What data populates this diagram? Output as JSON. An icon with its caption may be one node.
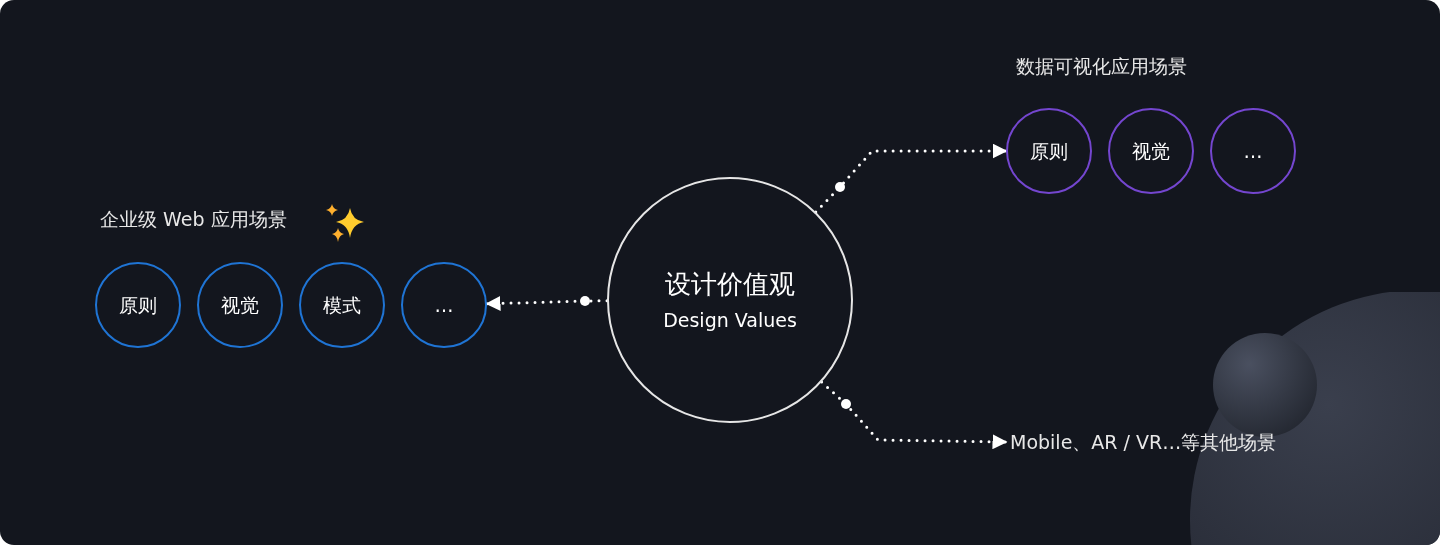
{
  "diagram": {
    "nodes": [
      {
        "text": [
          "设计价值观",
          "Design Values"
        ]
      },
      {
        "text": [
          "原则"
        ]
      },
      {
        "text": [
          "视觉"
        ]
      },
      {
        "text": [
          "模式"
        ]
      },
      {
        "text": [
          "…"
        ]
      },
      {
        "text": [
          "原则"
        ]
      },
      {
        "text": [
          "视觉"
        ]
      },
      {
        "text": [
          "…"
        ]
      },
      {
        "text": [
          "Mobile、AR / VR…等其他场景"
        ]
      }
    ],
    "edges": [
      {
        "from": 0,
        "to": 4,
        "arrow": "to",
        "style": "dashed"
      },
      {
        "from": 0,
        "to": 5,
        "arrow": "to",
        "style": "dashed"
      },
      {
        "from": 0,
        "to": 8,
        "arrow": "to",
        "style": "dashed"
      }
    ],
    "labels": [
      "数据可视化应用场景",
      "企业级 Web 应用场景"
    ]
  }
}
